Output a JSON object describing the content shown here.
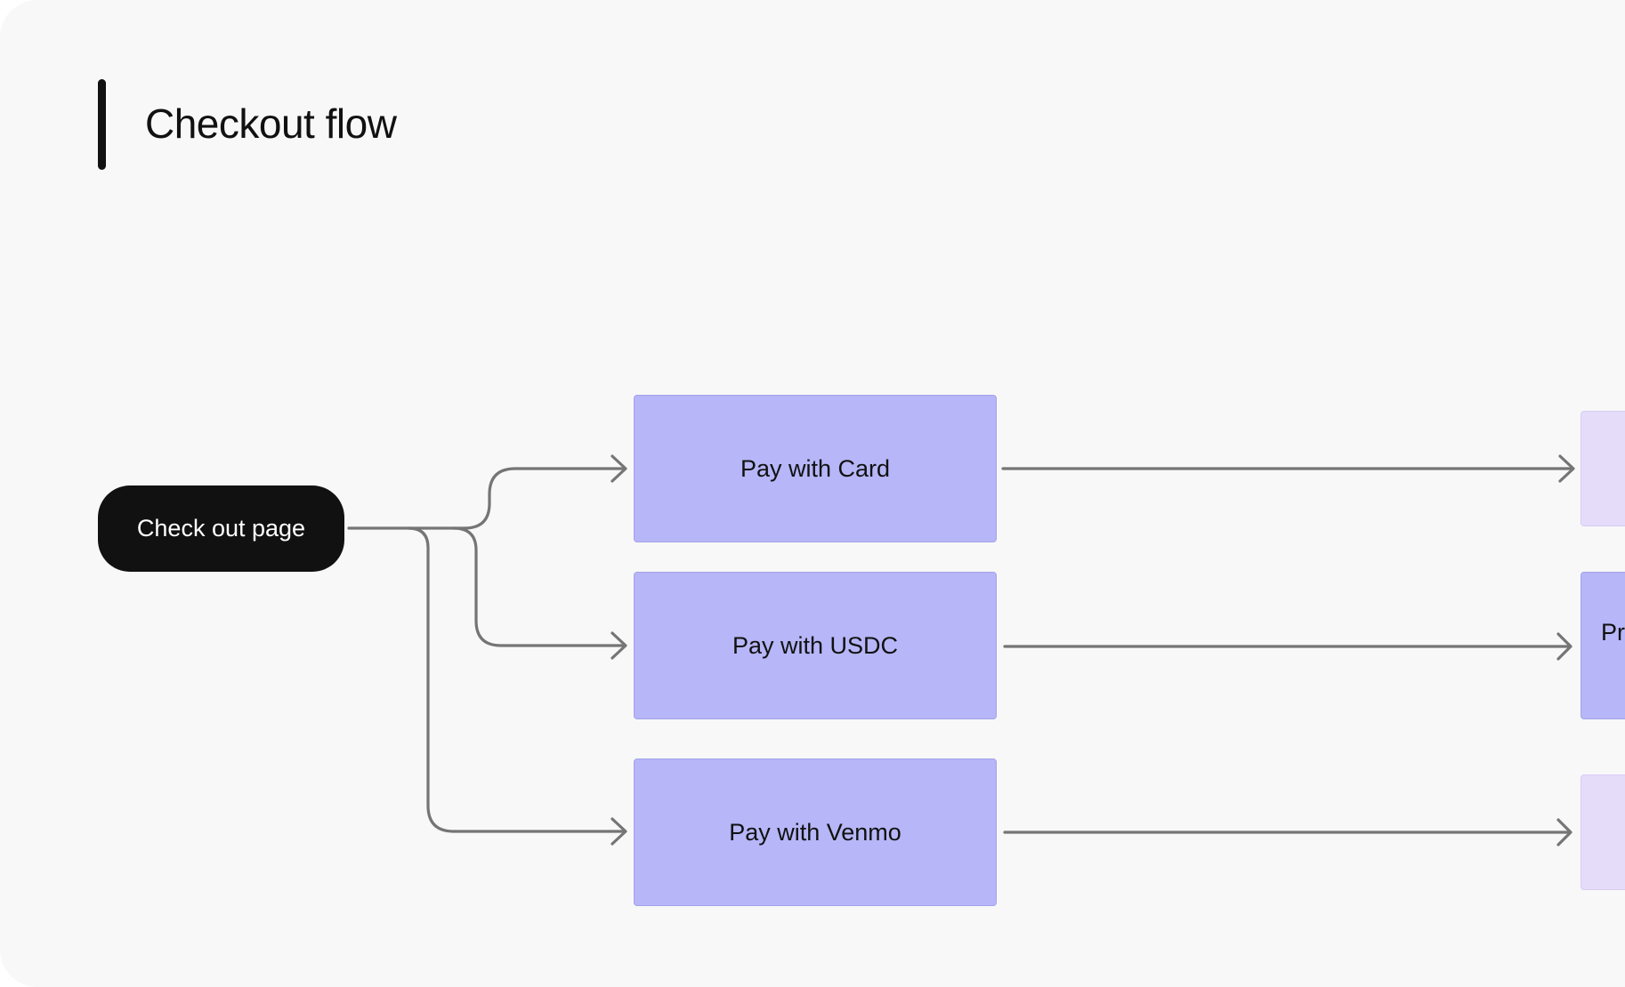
{
  "diagram": {
    "title": "Checkout flow",
    "start_node": {
      "label": "Check out page",
      "color": "#111111"
    },
    "payment_nodes": [
      {
        "label": "Pay with Card"
      },
      {
        "label": "Pay with USDC"
      },
      {
        "label": "Pay with Venmo"
      }
    ],
    "right_nodes": [
      {
        "label": ""
      },
      {
        "label": "Pr"
      },
      {
        "label": ""
      }
    ],
    "colors": {
      "background": "#f8f8f8",
      "payment_node_fill": "#b6b6f8",
      "right_node_light_fill": "#e5dcfa",
      "right_node_dark_fill": "#b6b6f8",
      "connector": "#757575",
      "text_dark": "#111111",
      "text_light": "#ffffff"
    }
  }
}
